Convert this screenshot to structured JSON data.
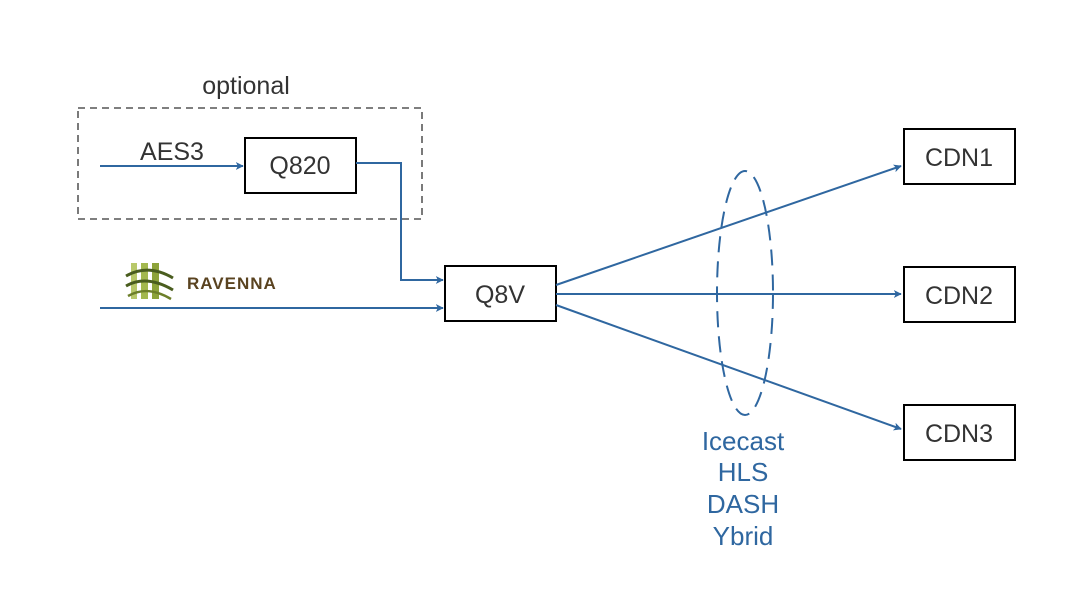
{
  "colors": {
    "edge": "#2f67a0",
    "node_border": "#000000",
    "text": "#333333",
    "protocol_text": "#2f67a0",
    "logo_text": "#5a4320",
    "logo_green": "#8da33a"
  },
  "group": {
    "label": "optional"
  },
  "inputs": {
    "aes3_label": "AES3",
    "ravenna_logo": {
      "icon": "ravenna-logo-icon",
      "text": "RAVENNA"
    }
  },
  "nodes": {
    "q820": "Q820",
    "q8v": "Q8V",
    "cdn1": "CDN1",
    "cdn2": "CDN2",
    "cdn3": "CDN3"
  },
  "protocols": [
    "Icecast",
    "HLS",
    "DASH",
    "Ybrid"
  ]
}
